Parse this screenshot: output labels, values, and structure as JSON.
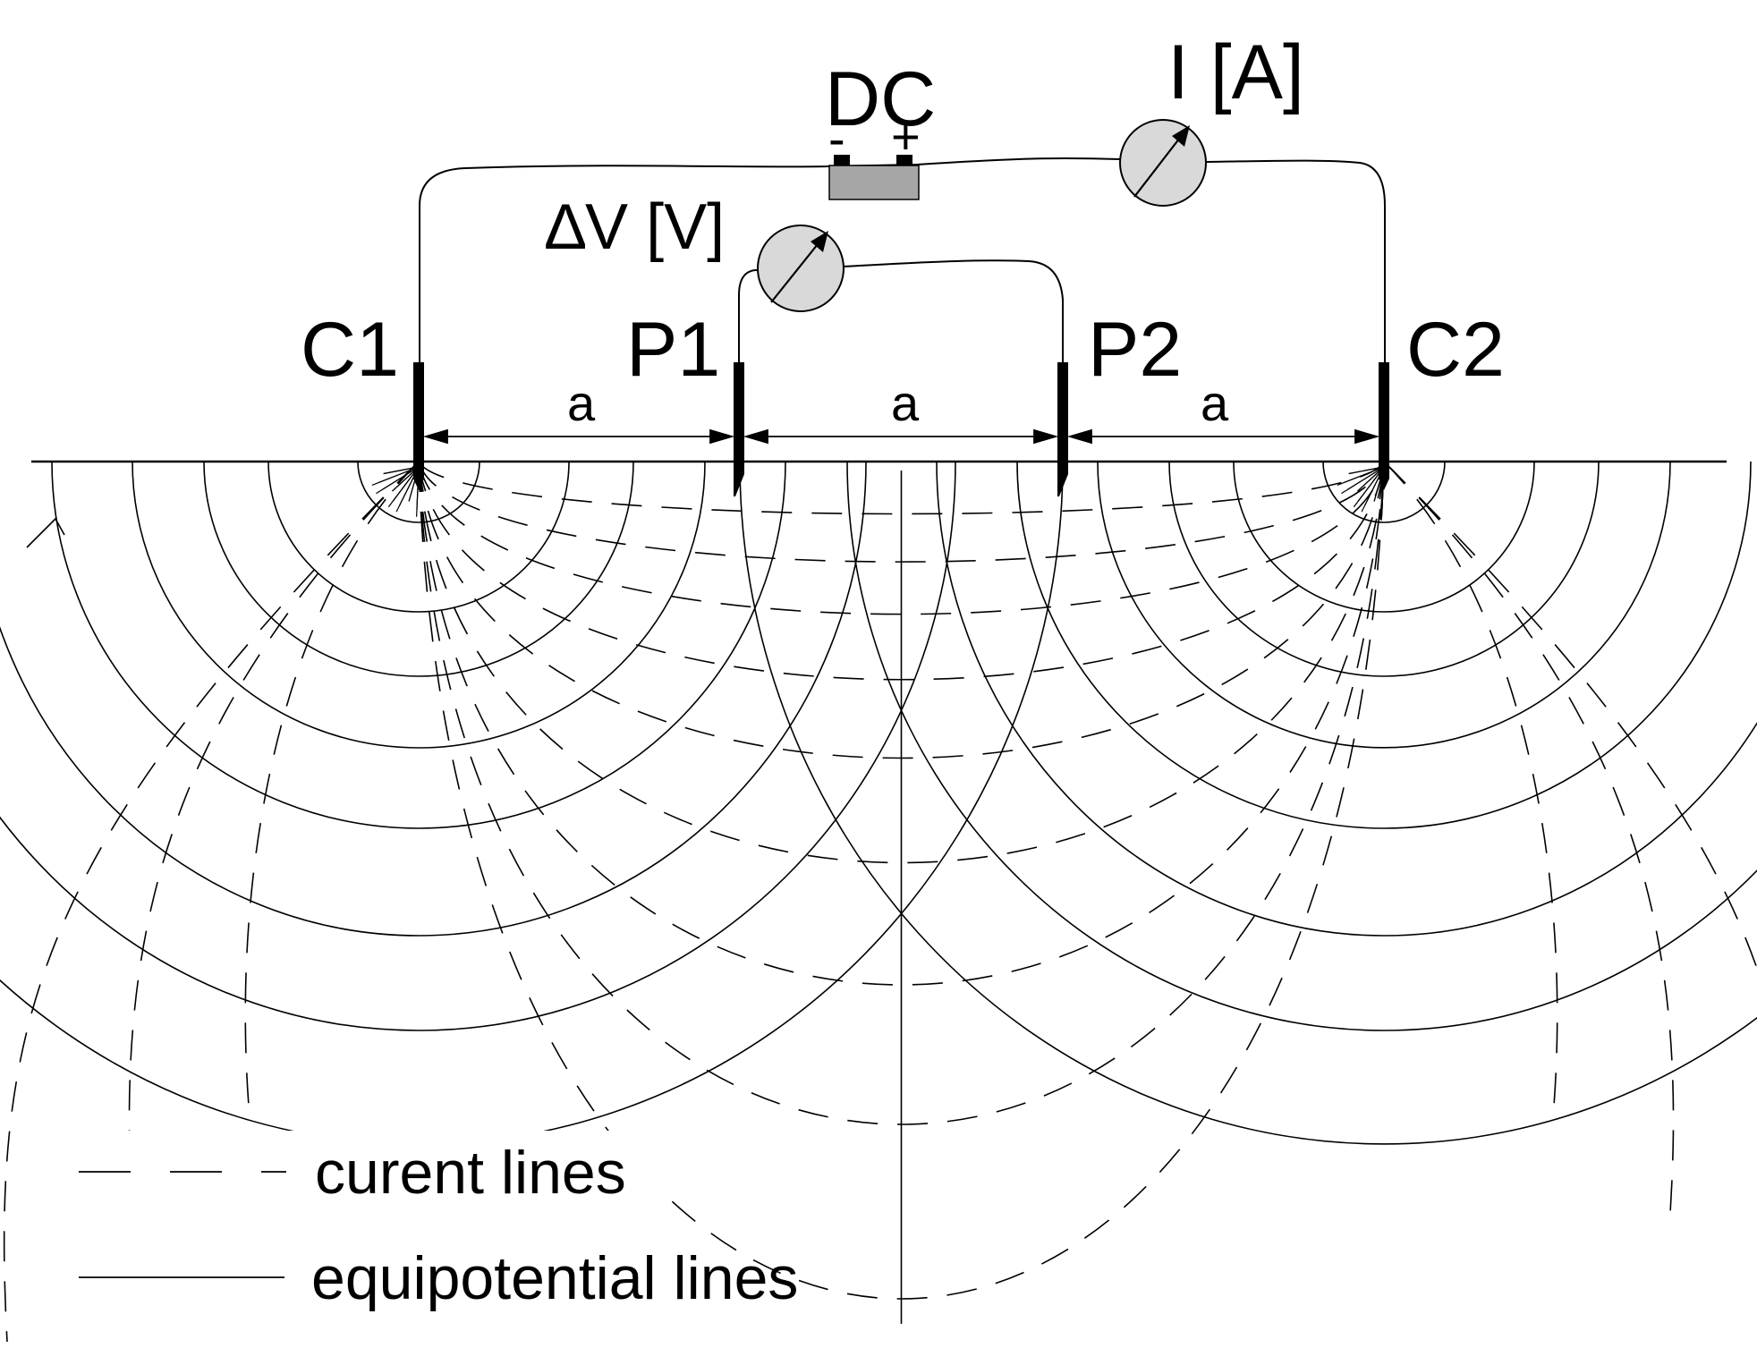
{
  "labels": {
    "dc": "DC",
    "dc_minus": "-",
    "dc_plus": "+",
    "current_meter": "I [A]",
    "voltage_meter": "∆V [V]",
    "c1": "C1",
    "p1": "P1",
    "p2": "P2",
    "c2": "C2",
    "spacing": "a"
  },
  "legend": {
    "current": "curent lines",
    "equipotential": "equipotential lines"
  },
  "colors": {
    "ink": "#000000",
    "meter_fill": "#d9d9d9",
    "battery_fill": "#a6a6a6"
  }
}
